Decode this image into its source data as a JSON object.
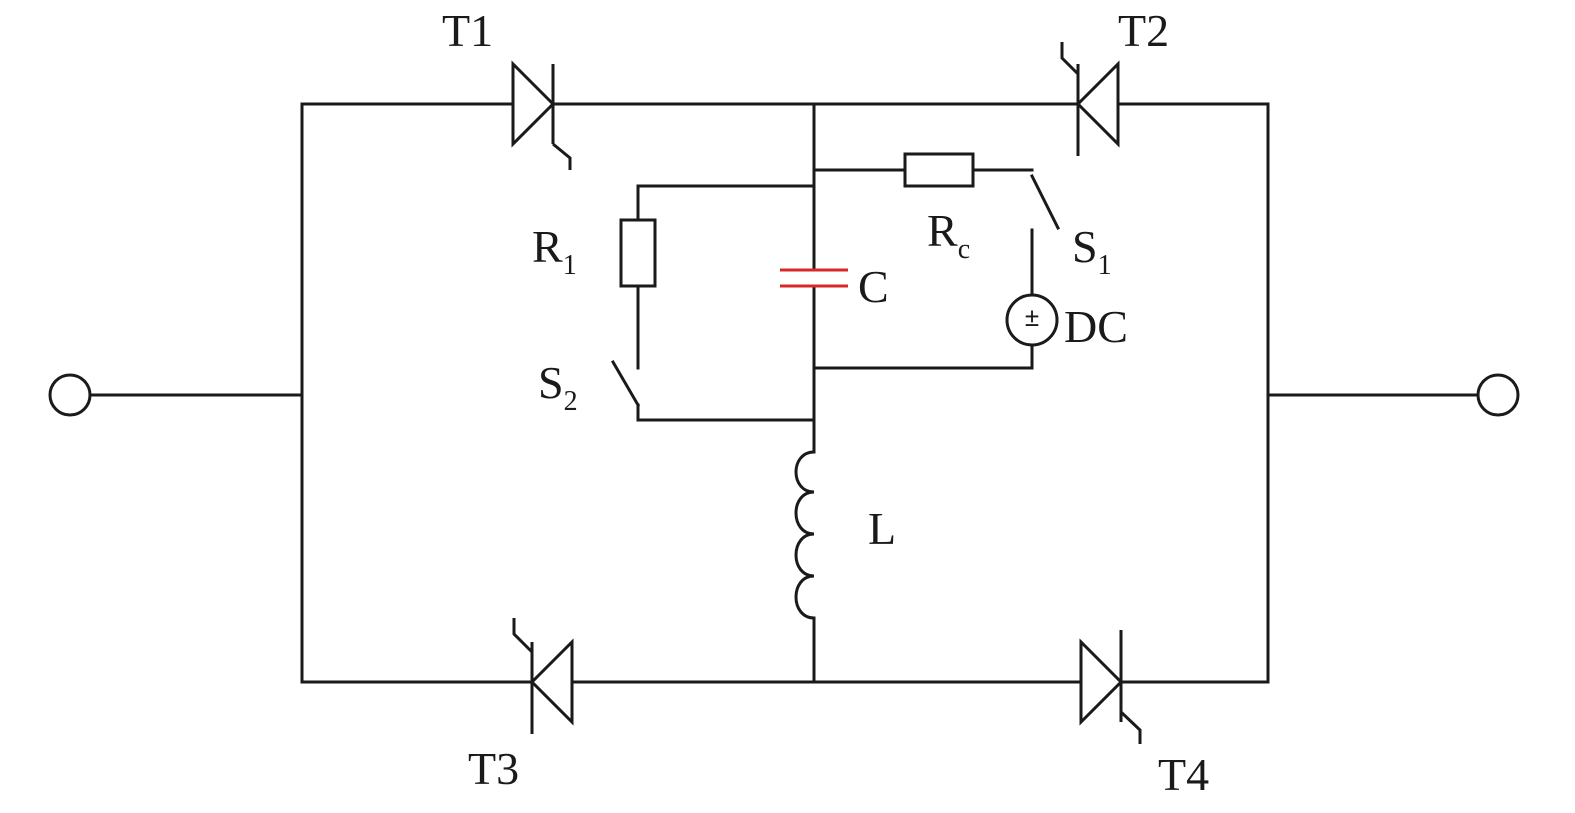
{
  "components": {
    "T1": {
      "label": "T1"
    },
    "T2": {
      "label": "T2"
    },
    "T3": {
      "label": "T3"
    },
    "T4": {
      "label": "T4"
    },
    "R1": {
      "label": "R",
      "sub": "1"
    },
    "Rc": {
      "label": "R",
      "sub": "c"
    },
    "S1": {
      "label": "S",
      "sub": "1"
    },
    "S2": {
      "label": "S",
      "sub": "2"
    },
    "C": {
      "label": "C"
    },
    "L": {
      "label": "L"
    },
    "DC": {
      "label": "DC",
      "sign": "±"
    }
  },
  "colors": {
    "line": "#1a1a1a",
    "capacitor": "#d62828"
  }
}
